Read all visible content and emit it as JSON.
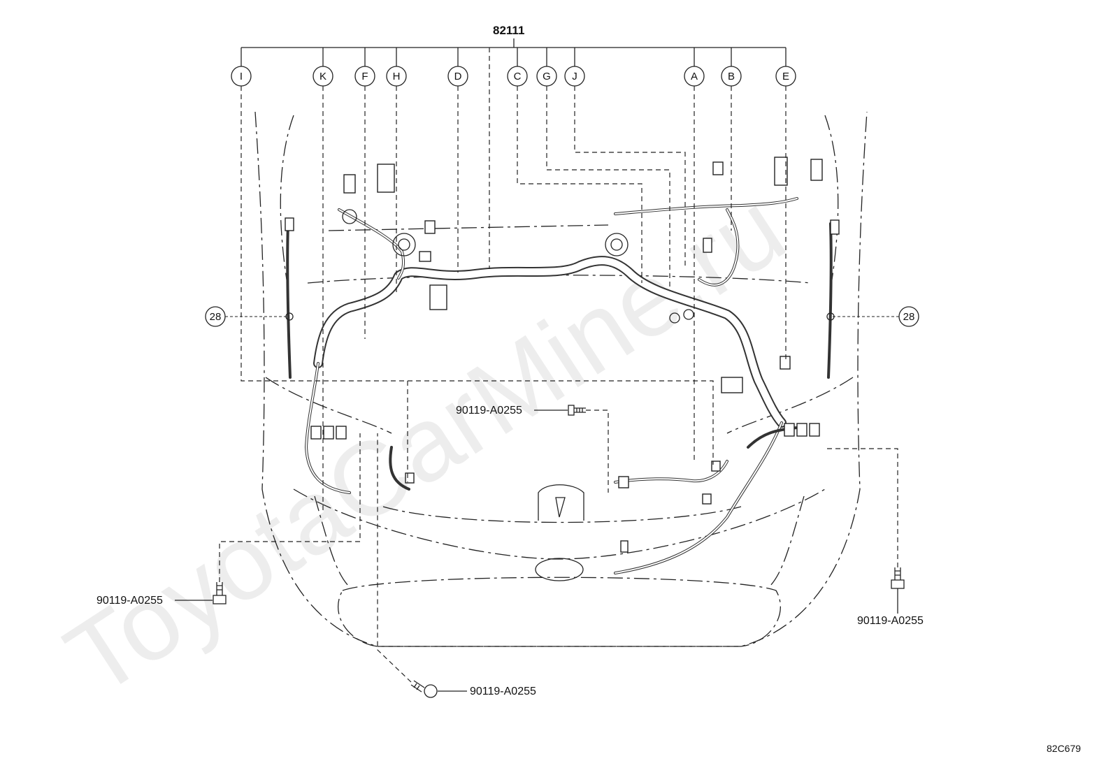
{
  "diagram": {
    "main_part_number": "82111",
    "callouts": [
      "I",
      "K",
      "F",
      "H",
      "D",
      "C",
      "G",
      "J",
      "A",
      "B",
      "E"
    ],
    "side_reference": "28",
    "bolt_part_number": "90119-A0255",
    "diagram_id": "82C679",
    "watermark": "ToyotaCarMine.ru"
  }
}
